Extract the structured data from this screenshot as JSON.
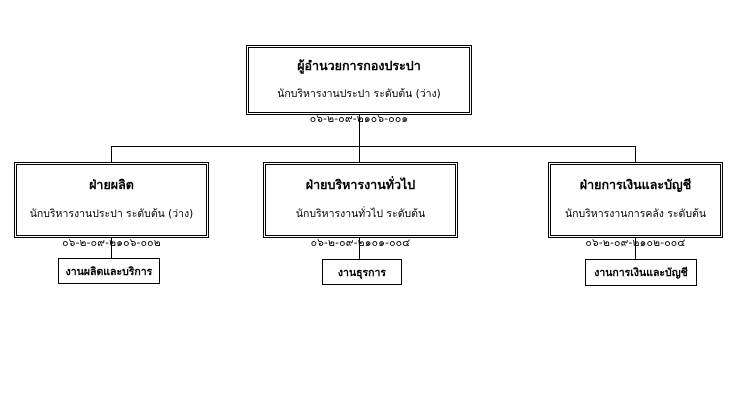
{
  "diagram": {
    "top": {
      "title": "ผู้อำนวยการกองประปา",
      "position": "นักบริหารงานประปา ระดับต้น (ว่าง)",
      "code": "๐๖-๒-๐๙-๒๑๐๖-๐๐๑"
    },
    "divisions": [
      {
        "title": "ฝ่ายผลิต",
        "position": "นักบริหารงานประปา ระดับต้น (ว่าง)",
        "code": "๐๖-๒-๐๙-๒๑๐๖-๐๐๒",
        "unit": "งานผลิตและบริการ"
      },
      {
        "title": "ฝ่ายบริหารงานทั่วไป",
        "position": "นักบริหารงานทั่วไป ระดับต้น",
        "code": "๐๖-๒-๐๙-๒๑๐๑-๐๐๔",
        "unit": "งานธุรการ"
      },
      {
        "title": "ฝ่ายการเงินและบัญชี",
        "position": "นักบริหารงานการคลัง ระดับต้น",
        "code": "๐๖-๒-๐๙-๒๑๐๒-๐๐๔",
        "unit": "งานการเงินและบัญชี"
      }
    ]
  }
}
